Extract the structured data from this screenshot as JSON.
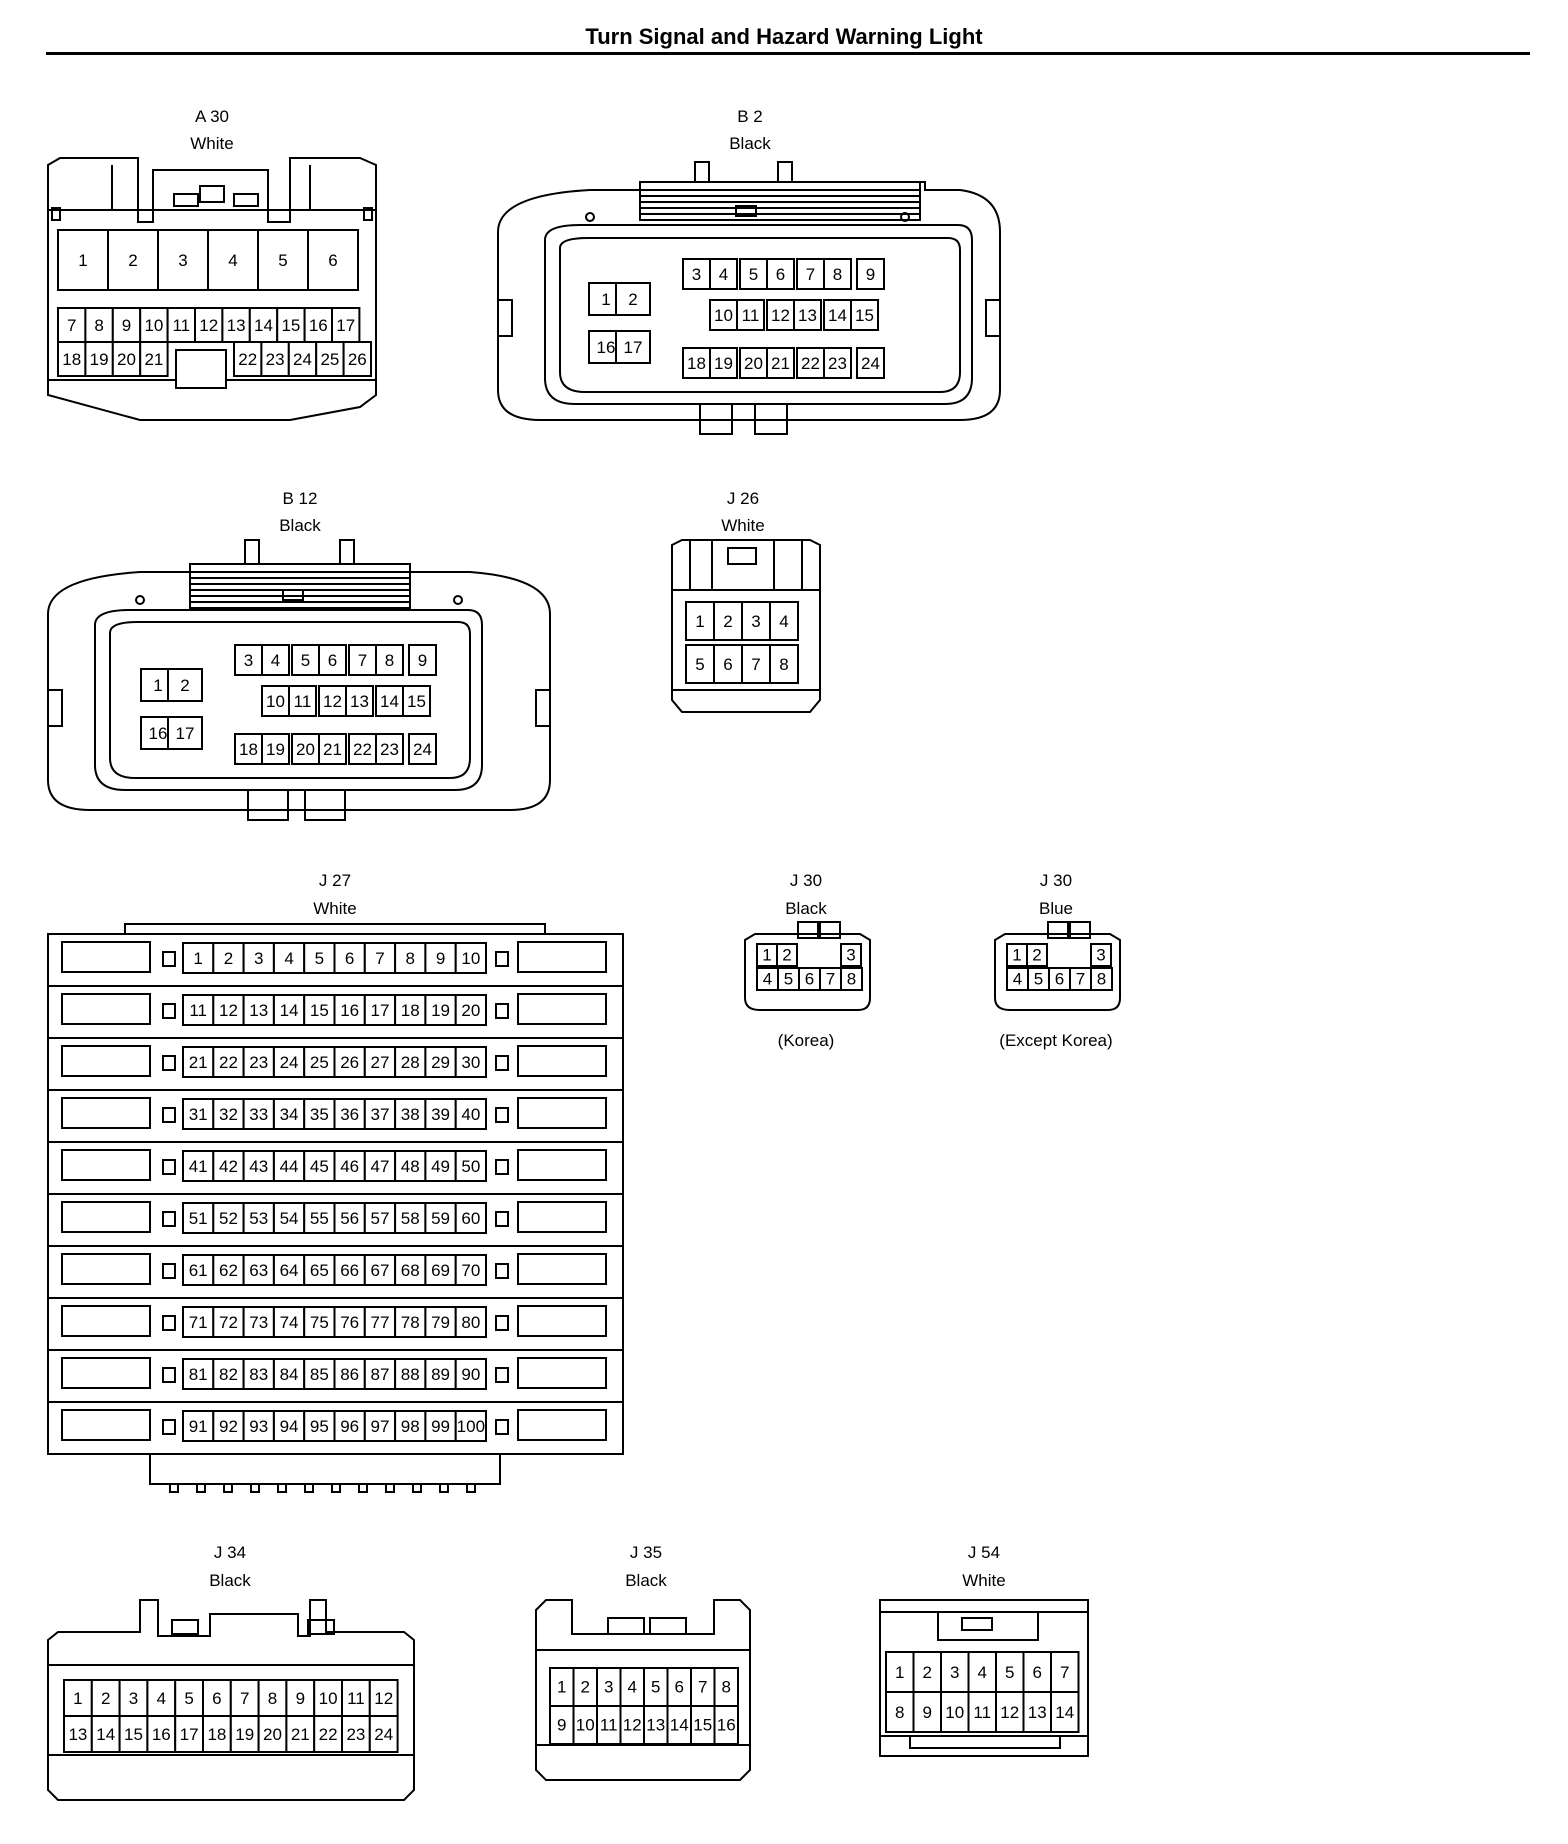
{
  "title": "Turn Signal and Hazard Warning Light",
  "connectors": {
    "a30": {
      "id": "A 30",
      "color": "White",
      "pins": [
        "1",
        "2",
        "3",
        "4",
        "5",
        "6",
        "7",
        "8",
        "9",
        "10",
        "11",
        "12",
        "13",
        "14",
        "15",
        "16",
        "17",
        "18",
        "19",
        "20",
        "21",
        "22",
        "23",
        "24",
        "25",
        "26"
      ]
    },
    "b2": {
      "id": "B 2",
      "color": "Black",
      "pins": [
        "1",
        "2",
        "3",
        "4",
        "5",
        "6",
        "7",
        "8",
        "9",
        "10",
        "11",
        "12",
        "13",
        "14",
        "15",
        "16",
        "17",
        "18",
        "19",
        "20",
        "21",
        "22",
        "23",
        "24"
      ]
    },
    "b12": {
      "id": "B 12",
      "color": "Black",
      "pins": [
        "1",
        "2",
        "3",
        "4",
        "5",
        "6",
        "7",
        "8",
        "9",
        "10",
        "11",
        "12",
        "13",
        "14",
        "15",
        "16",
        "17",
        "18",
        "19",
        "20",
        "21",
        "22",
        "23",
        "24"
      ]
    },
    "j26": {
      "id": "J 26",
      "color": "White",
      "pins": [
        "1",
        "2",
        "3",
        "4",
        "5",
        "6",
        "7",
        "8"
      ]
    },
    "j27": {
      "id": "J 27",
      "color": "White",
      "pin_count": 100
    },
    "j30_korea": {
      "id": "J 30",
      "color": "Black",
      "note": "(Korea)",
      "pins": [
        "1",
        "2",
        "3",
        "4",
        "5",
        "6",
        "7",
        "8"
      ]
    },
    "j30_except": {
      "id": "J 30",
      "color": "Blue",
      "note": "(Except Korea)",
      "pins": [
        "1",
        "2",
        "3",
        "4",
        "5",
        "6",
        "7",
        "8"
      ]
    },
    "j34": {
      "id": "J 34",
      "color": "Black",
      "pin_count": 24
    },
    "j35": {
      "id": "J 35",
      "color": "Black",
      "pin_count": 16
    },
    "j54": {
      "id": "J 54",
      "color": "White",
      "pin_count": 14
    }
  }
}
